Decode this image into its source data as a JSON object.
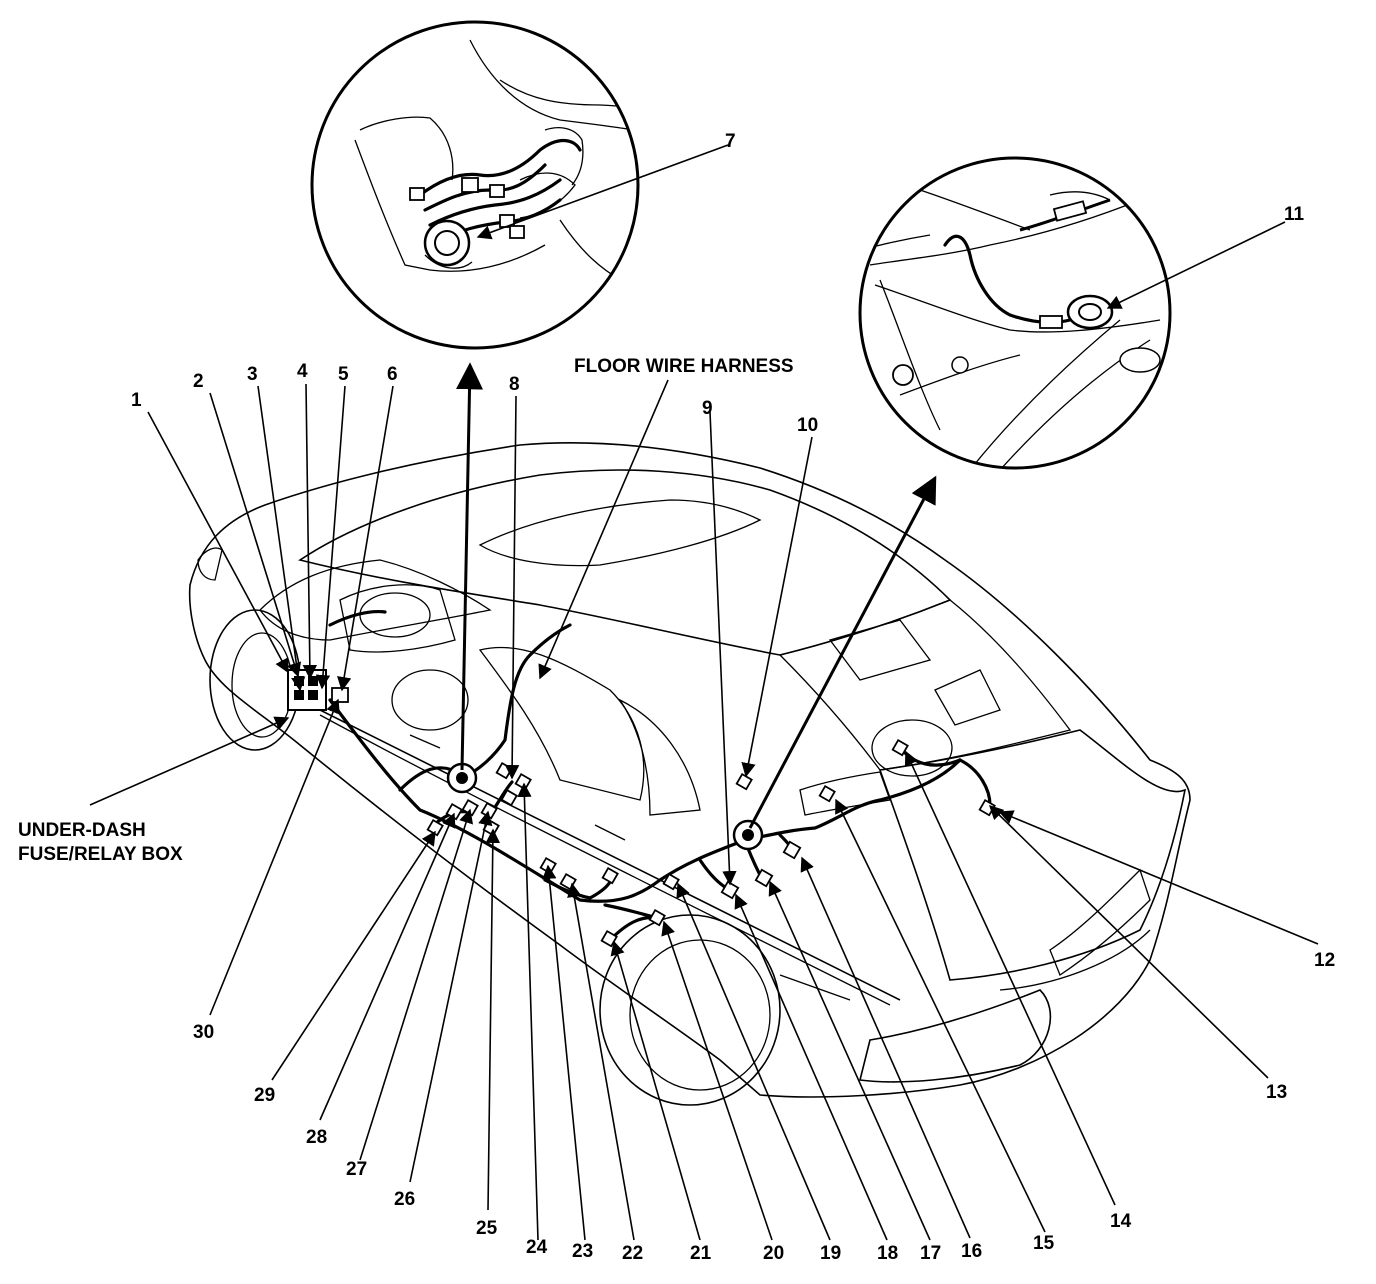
{
  "captions": {
    "floor_wire_harness": "FLOOR WIRE HARNESS",
    "under_dash_line1": "UNDER-DASH",
    "under_dash_line2": "FUSE/RELAY BOX"
  },
  "callouts": [
    {
      "id": "1",
      "label": "1"
    },
    {
      "id": "2",
      "label": "2"
    },
    {
      "id": "3",
      "label": "3"
    },
    {
      "id": "4",
      "label": "4"
    },
    {
      "id": "5",
      "label": "5"
    },
    {
      "id": "6",
      "label": "6"
    },
    {
      "id": "7",
      "label": "7"
    },
    {
      "id": "8",
      "label": "8"
    },
    {
      "id": "9",
      "label": "9"
    },
    {
      "id": "10",
      "label": "10"
    },
    {
      "id": "11",
      "label": "11"
    },
    {
      "id": "12",
      "label": "12"
    },
    {
      "id": "13",
      "label": "13"
    },
    {
      "id": "14",
      "label": "14"
    },
    {
      "id": "15",
      "label": "15"
    },
    {
      "id": "16",
      "label": "16"
    },
    {
      "id": "17",
      "label": "17"
    },
    {
      "id": "18",
      "label": "18"
    },
    {
      "id": "19",
      "label": "19"
    },
    {
      "id": "20",
      "label": "20"
    },
    {
      "id": "21",
      "label": "21"
    },
    {
      "id": "22",
      "label": "22"
    },
    {
      "id": "23",
      "label": "23"
    },
    {
      "id": "24",
      "label": "24"
    },
    {
      "id": "25",
      "label": "25"
    },
    {
      "id": "26",
      "label": "26"
    },
    {
      "id": "27",
      "label": "27"
    },
    {
      "id": "28",
      "label": "28"
    },
    {
      "id": "29",
      "label": "29"
    },
    {
      "id": "30",
      "label": "30"
    }
  ]
}
